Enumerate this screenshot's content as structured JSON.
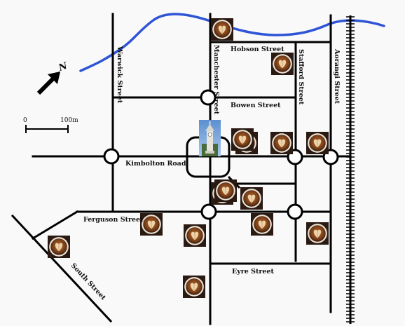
{
  "colors": {
    "background": "#f9f9f9",
    "road": "#000000",
    "river": "#2f55d6",
    "roundabout_fill": "#ffffff",
    "cafe_bg": "#2a1a12",
    "coffee": "#8a4b22",
    "crema": "#e8c79a",
    "tower_sky": "#6d9fd8"
  },
  "icons": {
    "cafe": "cafe-latte-art-icon",
    "landmark": "clock-tower-icon",
    "north_arrow": "north-arrow-icon",
    "railway": "railway-line"
  },
  "streets": {
    "warwick": "Warwick Street",
    "manchester": "Manchester Street",
    "stafford": "Stafford Street",
    "aorangi": "Aorangi Street",
    "hobson": "Hobson Street",
    "bowen": "Bowen Street",
    "kimbolton": "Kimbolton Road",
    "ferguson": "Ferguson Street",
    "eyre": "Eyre Street",
    "south": "South Street"
  },
  "north_label": "N",
  "scale": {
    "start_label": "0",
    "end_label": "100m"
  }
}
